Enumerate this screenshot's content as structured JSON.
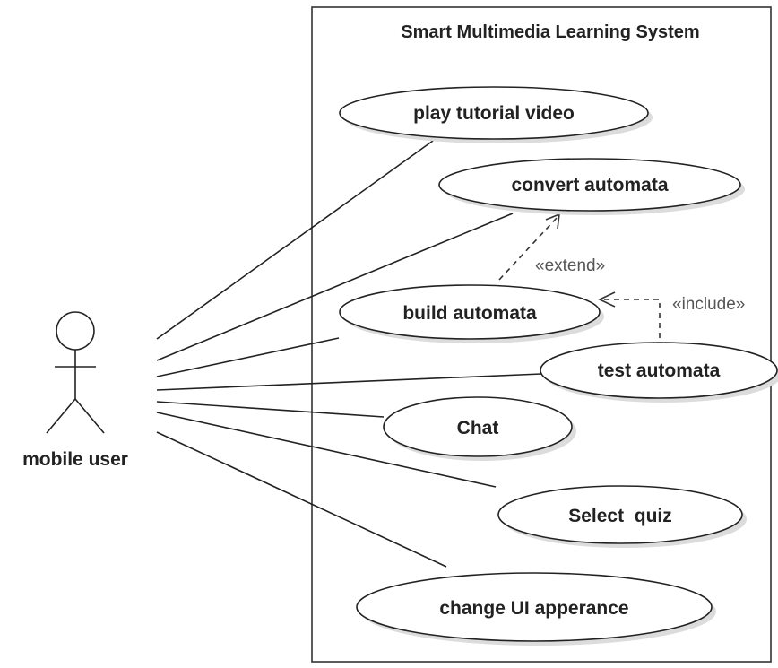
{
  "system": {
    "title": "Smart Multimedia Learning System"
  },
  "actor": {
    "label": "mobile user"
  },
  "use_cases": {
    "play_tutorial_video": "play tutorial video",
    "convert_automata": "convert automata",
    "build_automata": "build automata",
    "test_automata": "test automata",
    "chat": "Chat",
    "select_quiz": "Select  quiz",
    "change_ui_appearance": "change UI apperance"
  },
  "relationships": {
    "extend_label": "«extend»",
    "include_label": "«include»"
  }
}
